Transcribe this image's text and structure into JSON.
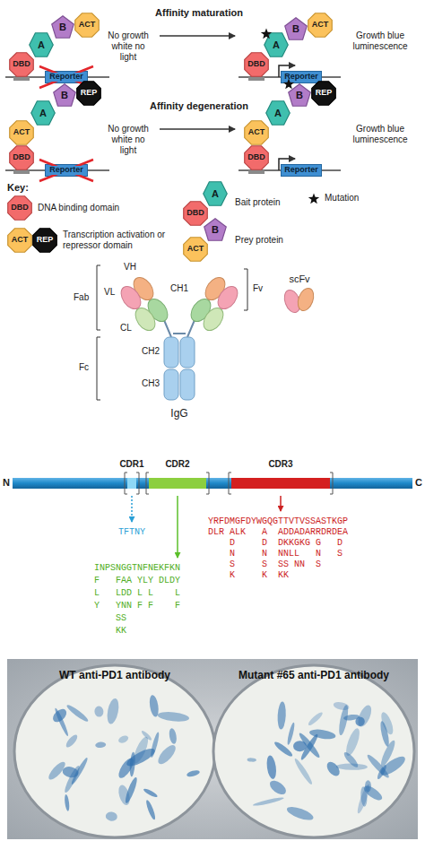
{
  "diagram": {
    "nodes": [
      {
        "text": [
          "DBD"
        ]
      },
      {
        "text": [
          "A"
        ]
      },
      {
        "text": [
          "B"
        ]
      },
      {
        "text": [
          "ACT"
        ]
      },
      {
        "text": [
          "Reporter"
        ]
      },
      {
        "text": [
          "DBD"
        ]
      },
      {
        "text": [
          "A"
        ]
      },
      {
        "text": [
          "B"
        ]
      },
      {
        "text": [
          "ACT"
        ]
      },
      {
        "text": [
          "Reporter"
        ]
      },
      {
        "text": [
          "DBD"
        ]
      },
      {
        "text": [
          "ACT"
        ]
      },
      {
        "text": [
          "A"
        ]
      },
      {
        "text": [
          "B"
        ]
      },
      {
        "text": [
          "REP"
        ]
      },
      {
        "text": [
          "Reporter"
        ]
      },
      {
        "text": [
          "DBD"
        ]
      },
      {
        "text": [
          "ACT"
        ]
      },
      {
        "text": [
          "A"
        ]
      },
      {
        "text": [
          "B"
        ]
      },
      {
        "text": [
          "REP"
        ]
      },
      {
        "text": [
          "Reporter"
        ]
      },
      {
        "text": [
          "DBD"
        ]
      },
      {
        "text": [
          "ACT"
        ]
      },
      {
        "text": [
          "REP"
        ]
      },
      {
        "text": [
          "DBD"
        ]
      },
      {
        "text": [
          "A"
        ]
      },
      {
        "text": [
          "B"
        ]
      },
      {
        "text": [
          "ACT"
        ]
      }
    ],
    "labels": [
      "No growth white no light",
      "Affinity maturation",
      "Growth blue luminescence",
      "No growth white no light",
      "Affinity degeneration",
      "Growth blue luminescence",
      "Key:",
      "DNA binding domain",
      "Transcription activation or repressor domain",
      "Bait protein",
      "Prey protein",
      "Mutation",
      "VH",
      "Fab",
      "VL",
      "CH1",
      "CL",
      "Fv",
      "Fc",
      "CH2",
      "CH3",
      "IgG",
      "scFv",
      "N",
      "CDR1",
      "CDR2",
      "CDR3",
      "C",
      "TFTNY",
      "YRFDMGFDYWGQGTTVTVSSASTKGP",
      "DLR ALK   A  ADDADARRDRDEA",
      "D     D  DKKGKG G   D",
      "N     N  NNLL   N   S",
      "S     S  SS NN  S",
      "K     K  KK",
      "INPSNGGTNFNEKFKN",
      "F   FAA YLY DLDY",
      "L   LDD L L    L",
      "Y   YNN F F    F",
      "SS",
      "KK",
      "WT anti-PD1 antibody",
      "Mutant #65 anti-PD1 antibody"
    ]
  }
}
